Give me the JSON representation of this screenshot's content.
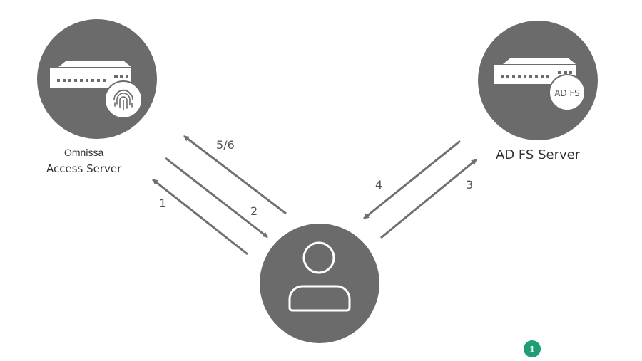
{
  "nodes": {
    "access": {
      "label_line1": "Omnissa",
      "label_line2": "Access Server",
      "icon": "fingerprint-icon"
    },
    "adfs": {
      "label": "AD FS Server",
      "badge_text": "AD FS"
    },
    "user": {
      "icon": "user-icon"
    }
  },
  "steps": {
    "s1": "1",
    "s2": "2",
    "s3": "3",
    "s4": "4",
    "s56": "5/6"
  },
  "marker": {
    "text": "1"
  },
  "colors": {
    "node_fill": "#6b6b6b",
    "arrow": "#707070",
    "marker": "#1e9e74",
    "white": "#ffffff"
  }
}
